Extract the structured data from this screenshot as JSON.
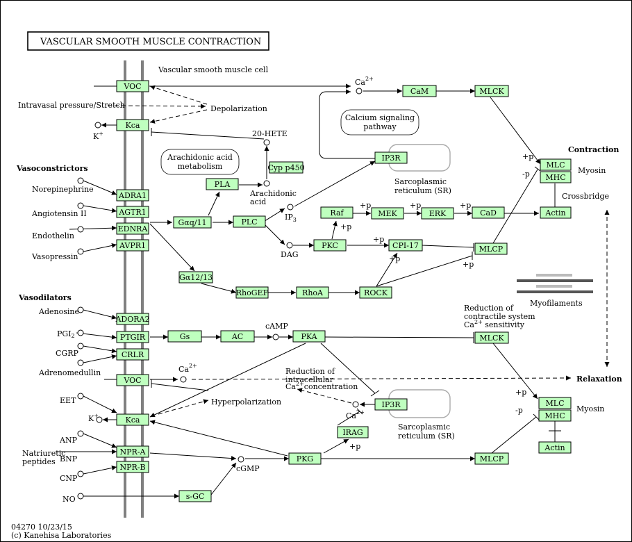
{
  "title": "VASCULAR SMOOTH MUSCLE CONTRACTION",
  "cell_label": "Vascular smooth muscle cell",
  "footer": {
    "id": "04270 10/23/15",
    "copyright": "(c) Kanehisa Laboratories"
  },
  "genes": {
    "voc1": "VOC",
    "kca1": "Kca",
    "adra1": "ADRA1",
    "agtr1": "AGTR1",
    "ednra": "EDNRA",
    "avpr1": "AVPR1",
    "pla": "PLA",
    "gq": "Gαq/11",
    "plc": "PLC",
    "cyp450": "Cyp p450",
    "ip3r1": "IP3R",
    "cam": "CaM",
    "mlck1": "MLCK",
    "mlc1": "MLC",
    "mhc1": "MHC",
    "actin1": "Actin",
    "raf": "Raf",
    "mek": "MEK",
    "erk": "ERK",
    "cad": "CaD",
    "pkc": "PKC",
    "cpi17": "CPI-17",
    "mlcp1": "MLCP",
    "g1213": "Gα12/13",
    "rhogef": "RhoGEF",
    "rhoa": "RhoA",
    "rock": "ROCK",
    "adora2": "ADORA2",
    "ptgir": "PTGIR",
    "crlr": "CRLR",
    "gs": "Gs",
    "ac": "AC",
    "pka": "PKA",
    "mlck2": "MLCK",
    "voc2": "VOC",
    "ip3r2": "IP3R",
    "kca2": "Kca",
    "irag": "IRAG",
    "npra": "NPR-A",
    "nprb": "NPR-B",
    "pkg": "PKG",
    "mlcp2": "MLCP",
    "sgc": "s-GC",
    "mlc2": "MLC",
    "mhc2": "MHC",
    "actin2": "Actin"
  },
  "labels": {
    "intravasal": "Intravasal pressure/Stretch",
    "depolarization": "Depolarization",
    "kplus1": "K+",
    "hete": "20-HETE",
    "aa_metab": "Arachidonic acid metabolism",
    "aa": "Arachidonic acid",
    "ca_top": "Ca2+",
    "ca_signal": "Calcium signaling pathway",
    "sr1": "Sarcoplasmic reticulum (SR)",
    "ip3": "IP3",
    "dag": "DAG",
    "vasoconstrictors": "Vasoconstrictors",
    "norepinephrine": "Norepinephrine",
    "angiotensin": "Angiotensin II",
    "endothelin": "Endothelin",
    "vasopressin": "Vasopressin",
    "contraction": "Contraction",
    "myosin1": "Myosin",
    "crossbridge": "Crossbridge",
    "myofilaments": "Myofilaments",
    "vasodilators": "Vasodilators",
    "adenosine": "Adenosine",
    "pgi2": "PGI2",
    "cgrp": "CGRP",
    "adrenomedullin": "Adrenomedullin",
    "camp": "cAMP",
    "reduction_top": "Reduction of contractile system Ca2+ sensitivity",
    "reduction_mid": "Reduction of intracellular Ca2+concentration",
    "relaxation": "Relaxation",
    "ca_mid": "Ca2+",
    "hyperpolarization": "Hyperpolarization",
    "eet": "EET",
    "kplus2": "K+",
    "ca_low": "Ca2+",
    "sr2": "Sarcoplasmic reticulum (SR)",
    "anp": "ANP",
    "bnp": "BNP",
    "cnp": "CNP",
    "natriuretic": "Natriuretic peptides",
    "no": "NO",
    "cgmp": "cGMP",
    "myosin2": "Myosin",
    "plus_p": "+p",
    "minus_p": "-p"
  }
}
